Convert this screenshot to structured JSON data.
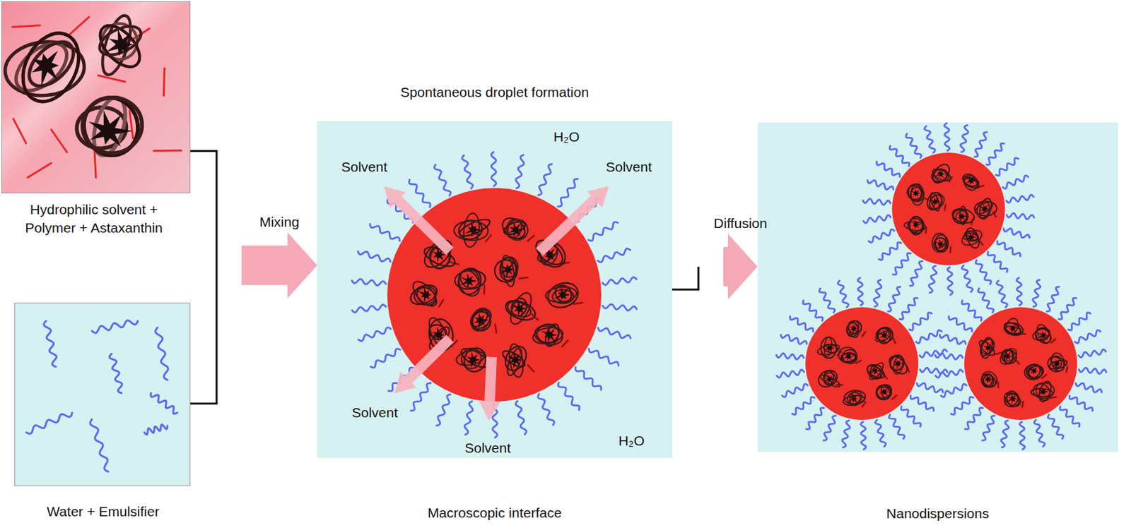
{
  "diagram": {
    "nodes": [
      {
        "text": [
          "Hydrophilic solvent + Polymer + Astaxanthin"
        ]
      },
      {
        "text": [
          "Water + Emulsifier"
        ]
      },
      {
        "text": [
          "Spontaneous droplet formation",
          "Macroscopic interface"
        ]
      },
      {
        "text": [
          "Nanodispersions"
        ]
      }
    ],
    "edges": [
      {
        "from": 0,
        "to": 2,
        "arrow": "to",
        "label": "Mixing"
      },
      {
        "from": 1,
        "to": 2,
        "arrow": "to"
      },
      {
        "from": 2,
        "to": 3,
        "arrow": "to",
        "label": "Diffusion"
      }
    ],
    "labels": [
      "Solvent",
      "Solvent",
      "Solvent",
      "Solvent",
      "H₂O",
      "H₂O"
    ]
  }
}
